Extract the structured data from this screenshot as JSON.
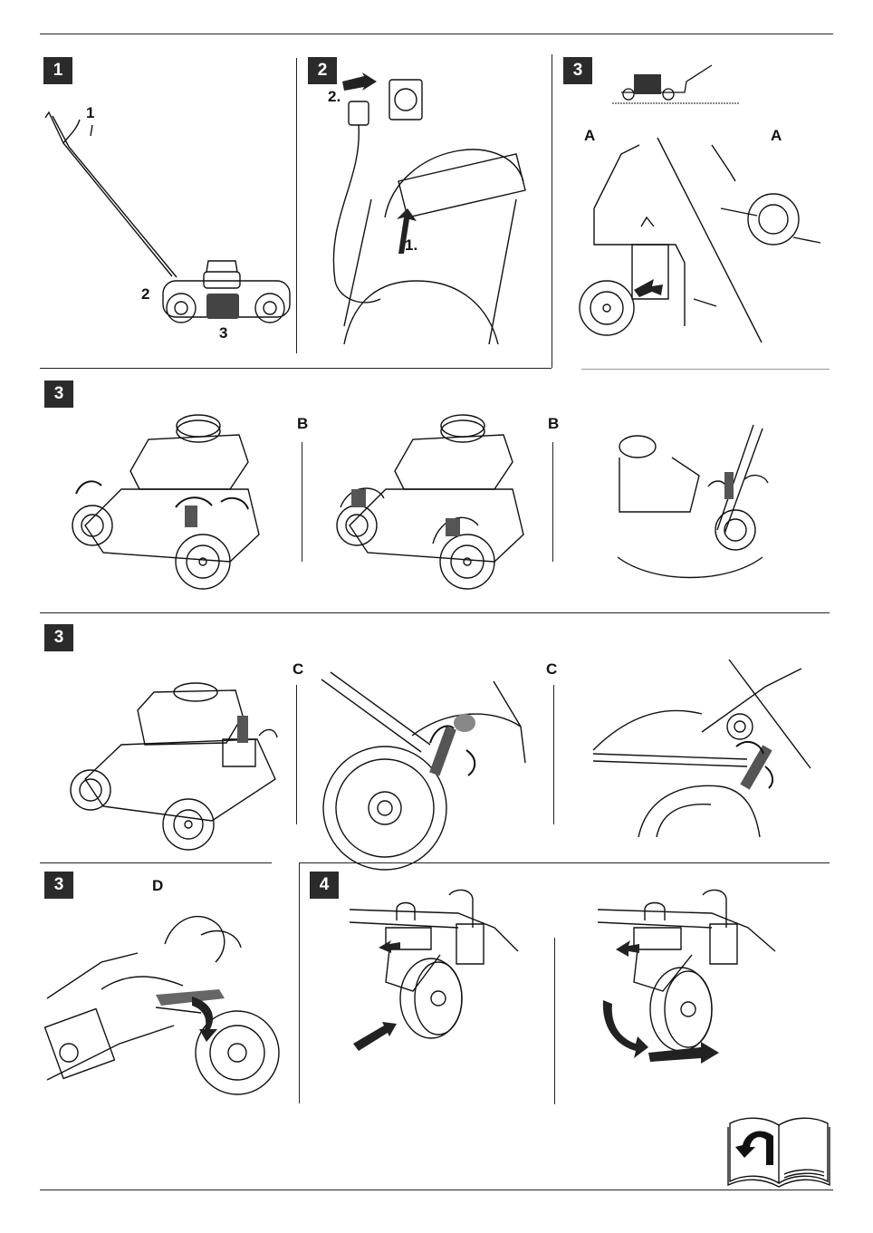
{
  "panels": {
    "p1": {
      "step": "1",
      "callouts": [
        "1",
        "2",
        "3"
      ]
    },
    "p2": {
      "step": "2",
      "callouts": [
        "2.",
        "1."
      ]
    },
    "p3a": {
      "step": "3",
      "sub_left": "A",
      "sub_right": "A"
    },
    "p3b": {
      "step": "3",
      "sub_1": "B",
      "sub_2": "B"
    },
    "p3c": {
      "step": "3",
      "sub_1": "C",
      "sub_2": "C"
    },
    "p3d": {
      "step": "3",
      "sub": "D"
    },
    "p4": {
      "step": "4"
    }
  },
  "icons": {
    "manual": "book-icon",
    "arrow": "arrow-icon"
  },
  "colors": {
    "ink": "#111111",
    "badge": "#2b2b2b",
    "accent": "#7a7a7a",
    "paper": "#ffffff"
  }
}
